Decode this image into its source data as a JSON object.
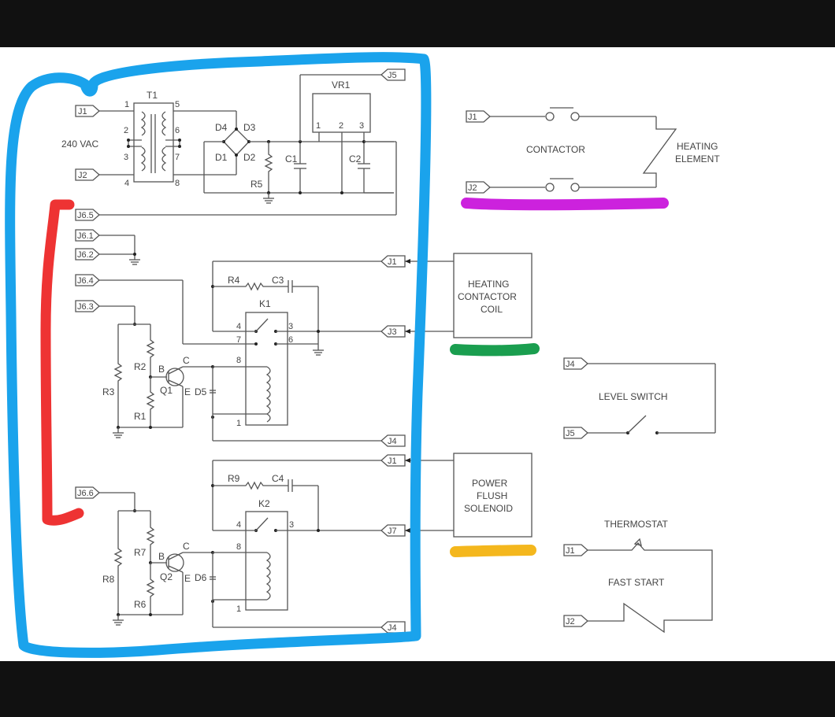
{
  "schematic": {
    "power_supply": {
      "transformer": "T1",
      "transformer_pins": [
        "1",
        "2",
        "3",
        "4",
        "5",
        "6",
        "7",
        "8"
      ],
      "input_label": "240 VAC",
      "diodes": [
        "D1",
        "D2",
        "D3",
        "D4"
      ],
      "resistor": "R5",
      "capacitors": [
        "C1",
        "C2"
      ],
      "regulator": "VR1",
      "regulator_pins": [
        "1",
        "2",
        "3"
      ]
    },
    "connectors": {
      "j1": "J1",
      "j2": "J2",
      "j3": "J3",
      "j4": "J4",
      "j5": "J5",
      "j7": "J7",
      "j6_1": "J6.1",
      "j6_2": "J6.2",
      "j6_3": "J6.3",
      "j6_4": "J6.4",
      "j6_5": "J6.5",
      "j6_6": "J6.6"
    },
    "relay1": {
      "name": "K1",
      "pins": [
        "4",
        "3",
        "7",
        "6",
        "8",
        "1"
      ],
      "snubber_r": "R4",
      "snubber_c": "C3",
      "transistor": "Q1",
      "base": "B",
      "collector": "C",
      "emitter": "E",
      "resistors": [
        "R1",
        "R2",
        "R3"
      ],
      "diode": "D5"
    },
    "relay2": {
      "name": "K2",
      "pins": [
        "4",
        "3",
        "8",
        "1"
      ],
      "snubber_r": "R9",
      "snubber_c": "C4",
      "transistor": "Q2",
      "base": "B",
      "collector": "C",
      "emitter": "E",
      "resistors": [
        "R6",
        "R7",
        "R8"
      ],
      "diode": "D6"
    },
    "loads": {
      "contactor_label": "CONTACTOR",
      "heating_element_label": [
        "HEATING",
        "ELEMENT"
      ],
      "heating_contactor_coil": [
        "HEATING",
        "CONTACTOR",
        "COIL"
      ],
      "power_flush_solenoid": [
        "POWER",
        "FLUSH",
        "SOLENOID"
      ],
      "level_switch": "LEVEL SWITCH",
      "thermostat": "THERMOSTAT",
      "fast_start": "FAST START"
    },
    "annotation_colors": {
      "control_board": "#1aa3ec",
      "j6_group": "#ee3333",
      "contactor": "#cc22dd",
      "heating_coil": "#1a9e4f",
      "solenoid": "#f4b71d"
    }
  }
}
